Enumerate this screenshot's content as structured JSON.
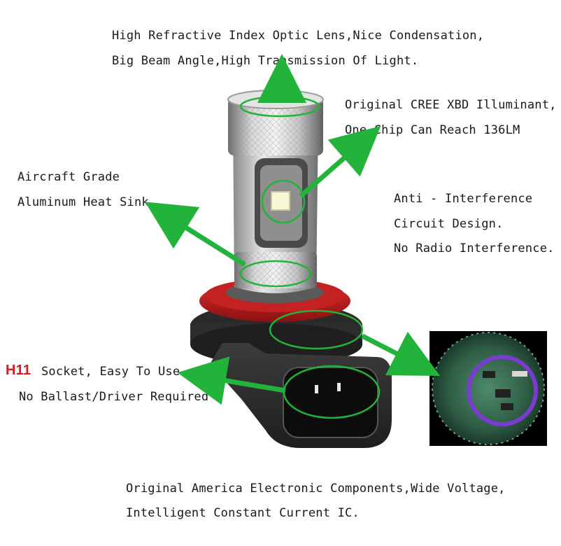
{
  "callouts": {
    "lens": {
      "line1": "High Refractive Index Optic Lens,Nice Condensation,",
      "line2": "Big Beam Angle,High Transmission Of Light."
    },
    "cree": {
      "line1": "Original CREE XBD Illuminant,",
      "line2": "One Chip Can Reach 136LM"
    },
    "heatsink": {
      "line1": "Aircraft Grade",
      "line2": "Aluminum Heat Sink"
    },
    "circuit": {
      "line1": "Anti - Interference",
      "line2": "Circuit Design.",
      "line3": "No Radio Interference."
    },
    "socket": {
      "model": "H11",
      "line1": "Socket, Easy To Use.",
      "line2": "No Ballast/Driver Required"
    },
    "components": {
      "line1": "Original America Electronic Components,Wide Voltage,",
      "line2": "Intelligent Constant Current IC."
    }
  },
  "colors": {
    "arrow": "#22b33a",
    "model_label": "#d91a1a",
    "socket_ring": "#b81818",
    "circuit_ring": "#7a3bd1"
  }
}
